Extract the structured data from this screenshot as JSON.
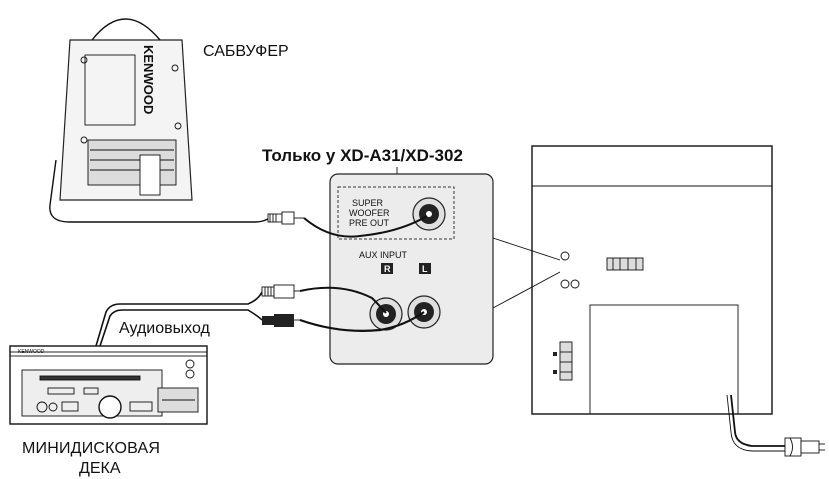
{
  "labels": {
    "subwoofer": "САБВУФЕР",
    "only_models": "Только у XD-A31/XD-302",
    "audio_out": "Аудиовыход",
    "md_deck_line1": "МИНИДИСКОВАЯ",
    "md_deck_line2": "ДЕКА"
  },
  "panel": {
    "super_woofer_line1": "SUPER",
    "super_woofer_line2": "WOOFER",
    "super_woofer_line3": "PRE OUT",
    "aux_input": "AUX INPUT",
    "right_channel": "R",
    "left_channel": "L"
  },
  "brand": {
    "subwoofer_logo": "KENWOOD",
    "deck_logo": "KENWOOD"
  },
  "colors": {
    "line": "#111111",
    "panel_fill": "#ececec",
    "background": "#ffffff"
  }
}
